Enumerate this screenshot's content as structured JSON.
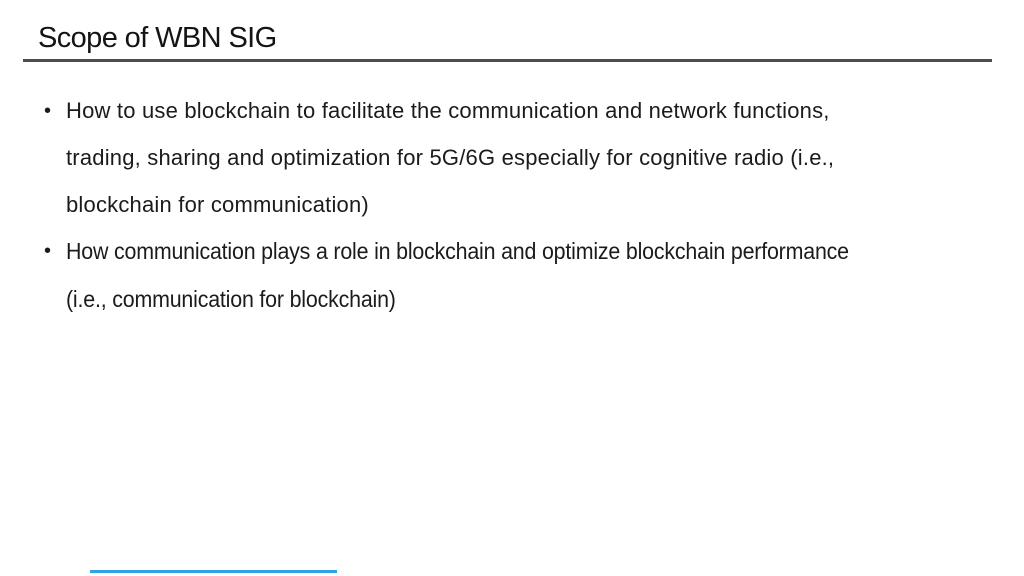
{
  "slide": {
    "title": "Scope of WBN SIG",
    "bullets": [
      {
        "marker": "•",
        "lines": [
          "How to use blockchain to facilitate the communication and network functions,",
          "trading, sharing and optimization for 5G/6G especially for cognitive radio (i.e.,",
          "blockchain for communication)"
        ]
      },
      {
        "marker": "•",
        "lines": [
          "How communication plays a role in blockchain and optimize blockchain performance",
          "(i.e., communication for blockchain)"
        ]
      }
    ],
    "colors": {
      "background": "#ffffff",
      "title_text": "#141414",
      "body_text": "#1b1b1b",
      "title_rule": "#4d4d4f",
      "progress_bar": "#2ea3e6"
    }
  }
}
